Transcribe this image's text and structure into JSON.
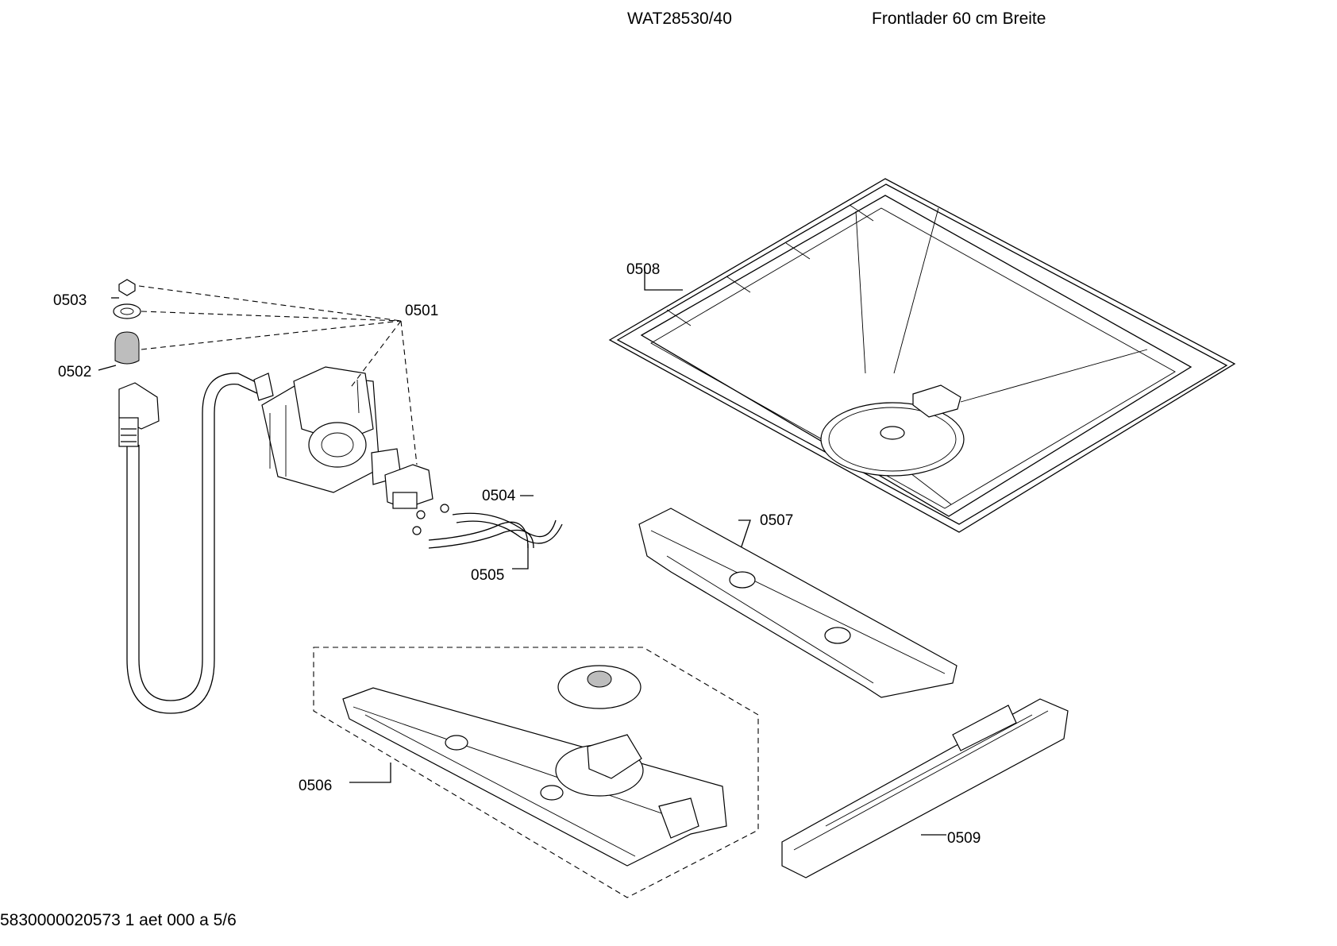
{
  "header": {
    "model": "WAT28530/40",
    "description": "Frontlader 60 cm Breite"
  },
  "footer": {
    "doc_id": "5830000020573 1 aet 000 a 5/6"
  },
  "parts": [
    {
      "id": "p0501",
      "label": "0501"
    },
    {
      "id": "p0502",
      "label": "0502"
    },
    {
      "id": "p0503",
      "label": "0503"
    },
    {
      "id": "p0504",
      "label": "0504"
    },
    {
      "id": "p0505",
      "label": "0505"
    },
    {
      "id": "p0506",
      "label": "0506"
    },
    {
      "id": "p0507",
      "label": "0507"
    },
    {
      "id": "p0508",
      "label": "0508"
    },
    {
      "id": "p0509",
      "label": "0509"
    }
  ]
}
